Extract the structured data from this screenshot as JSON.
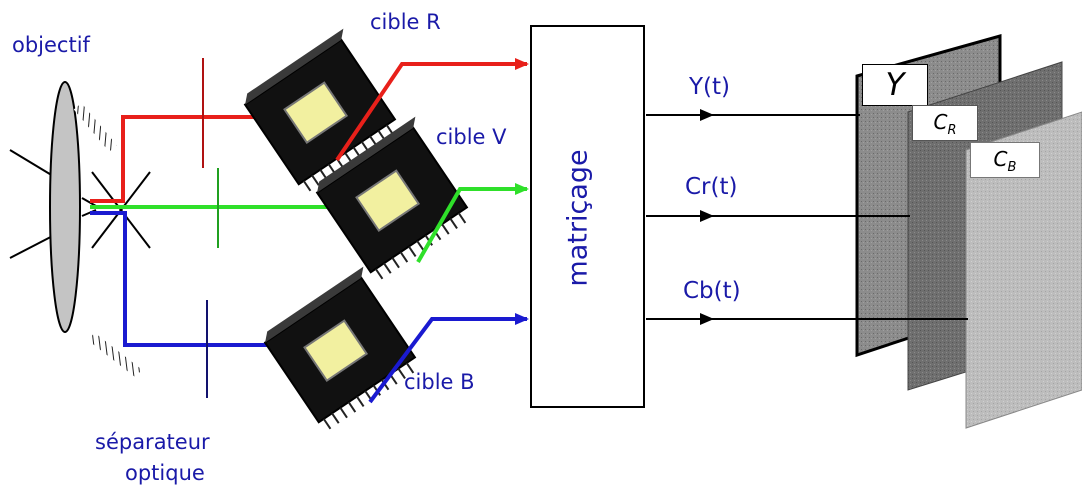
{
  "labels": {
    "objectif": "objectif",
    "cible_r": "cible R",
    "cible_v": "cible V",
    "cible_b": "cible B",
    "separateur_line1": "séparateur",
    "separateur_line2": "optique",
    "matrixing": "matriçage"
  },
  "signals": {
    "y": "Y(t)",
    "cr": "Cr(t)",
    "cb": "Cb(t)"
  },
  "planes": {
    "y": "Y",
    "cr_main": "C",
    "cr_sub": "R",
    "cb_main": "C",
    "cb_sub": "B"
  },
  "colors": {
    "red": "#e8201a",
    "green": "#2fe02a",
    "blue": "#1a1ad0",
    "text_blue": "#1a1aa8",
    "plane_y": "#8a8a8a",
    "plane_cr": "#6e6e6e",
    "plane_cb": "#b8b8b8"
  }
}
